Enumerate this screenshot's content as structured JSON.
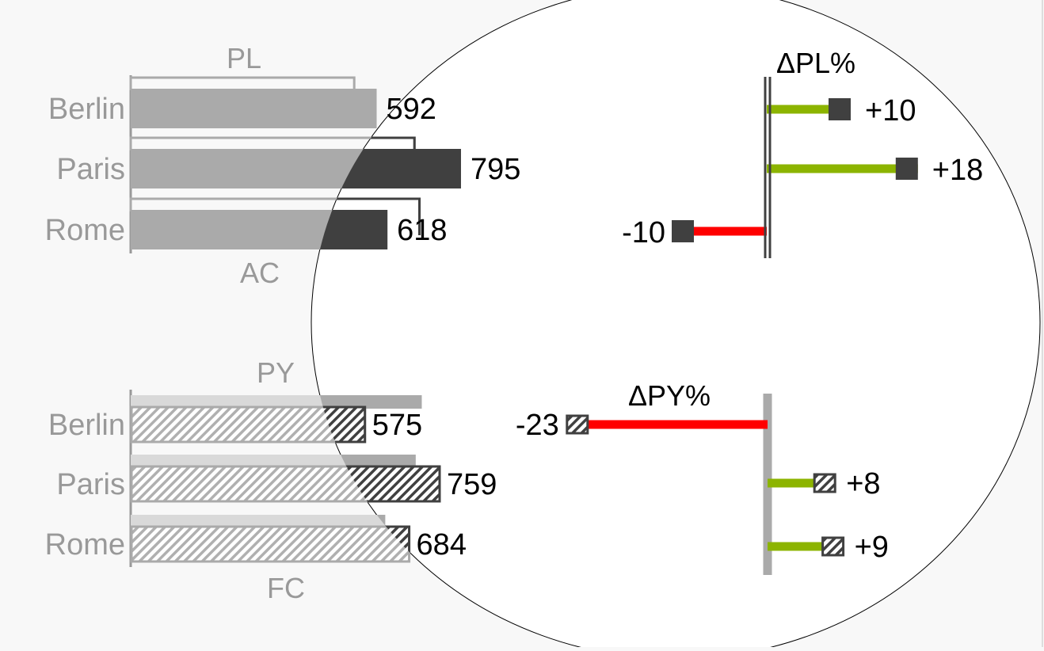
{
  "chart_data": [
    {
      "type": "bar",
      "panel": "AC vs PL",
      "categories": [
        "Berlin",
        "Paris",
        "Rome"
      ],
      "top_label": "PL",
      "bottom_label": "AC",
      "series": [
        {
          "name": "AC",
          "values": [
            592,
            795,
            618
          ]
        },
        {
          "name": "PL",
          "values": [
            538,
            683,
            695
          ]
        }
      ],
      "value_labels": [
        "592",
        "795",
        "618"
      ]
    },
    {
      "type": "bar",
      "panel": "ΔPL%",
      "title": "ΔPL%",
      "categories": [
        "Berlin",
        "Paris",
        "Rome"
      ],
      "values": [
        10,
        18,
        -10
      ],
      "value_labels": [
        "+10",
        "+18",
        "-10"
      ]
    },
    {
      "type": "bar",
      "panel": "FC vs PY",
      "categories": [
        "Berlin",
        "Paris",
        "Rome"
      ],
      "top_label": "PY",
      "bottom_label": "FC",
      "series": [
        {
          "name": "FC",
          "values": [
            575,
            759,
            684
          ]
        },
        {
          "name": "PY",
          "values": [
            717,
            702,
            627
          ]
        }
      ],
      "value_labels": [
        "575",
        "759",
        "684"
      ]
    },
    {
      "type": "bar",
      "panel": "ΔPY%",
      "title": "ΔPY%",
      "categories": [
        "Berlin",
        "Paris",
        "Rome"
      ],
      "values": [
        -23,
        8,
        9
      ],
      "value_labels": [
        "-23",
        "+8",
        "+9"
      ]
    }
  ],
  "colors": {
    "ac": "#aaaaaa",
    "ac_dark": "#404040",
    "positive": "#8cb400",
    "negative": "#ff0000",
    "axis": "#999999",
    "label": "#999999",
    "value": "#000000"
  }
}
